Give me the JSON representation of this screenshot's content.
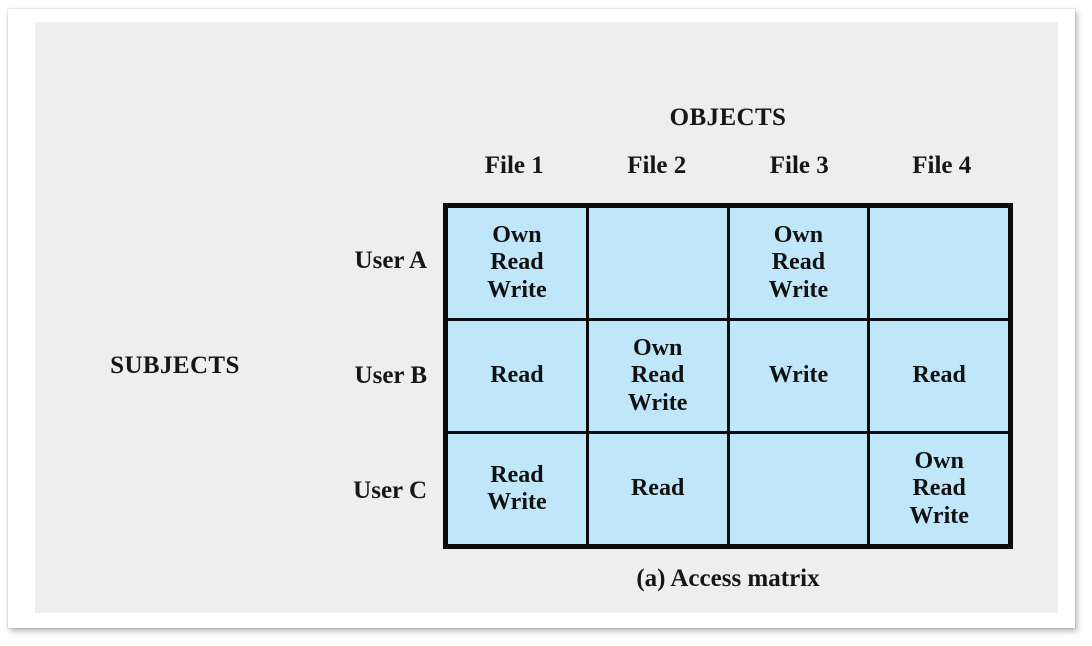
{
  "figure": {
    "caption": "(a) Access matrix",
    "objects_title": "OBJECTS",
    "subjects_title": "SUBJECTS",
    "cell_fill_color": "#bfe6f9",
    "grid_line_color": "#0d0d0d",
    "panel_background_color": "#eeeeee"
  },
  "chart_data": {
    "type": "table",
    "title": "(a) Access matrix",
    "xlabel": "OBJECTS",
    "ylabel": "SUBJECTS",
    "categories": [
      "File 1",
      "File 2",
      "File 3",
      "File 4"
    ],
    "rows": [
      "User A",
      "User B",
      "User C"
    ],
    "cells": [
      [
        [
          "Own",
          "Read",
          "Write"
        ],
        [],
        [
          "Own",
          "Read",
          "Write"
        ],
        []
      ],
      [
        [
          "Read"
        ],
        [
          "Own",
          "Read",
          "Write"
        ],
        [
          "Write"
        ],
        [
          "Read"
        ]
      ],
      [
        [
          "Read",
          "Write"
        ],
        [
          "Read"
        ],
        [],
        [
          "Own",
          "Read",
          "Write"
        ]
      ]
    ]
  }
}
